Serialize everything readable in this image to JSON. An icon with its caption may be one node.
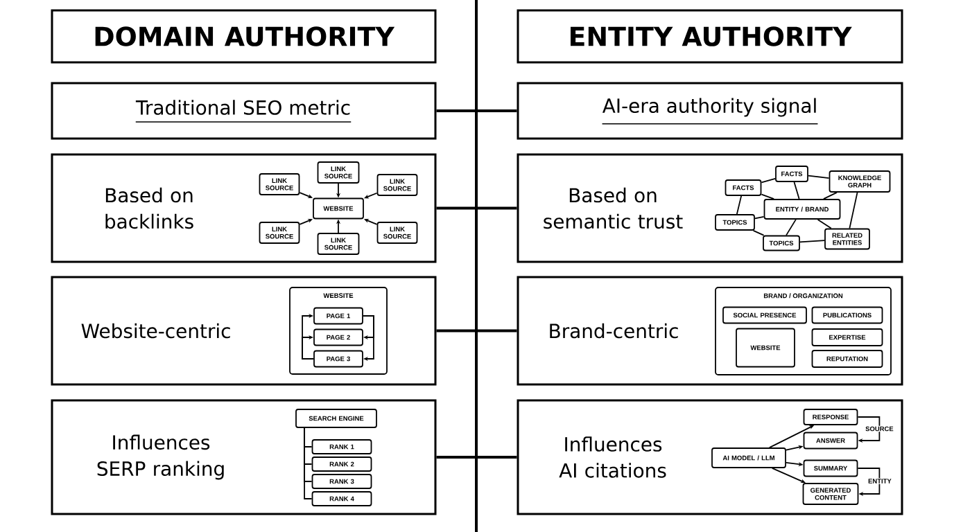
{
  "diagram": {
    "nodes": [
      {
        "text": [
          "DOMAIN AUTHORITY"
        ]
      },
      {
        "text": [
          "ENTITY AUTHORITY"
        ]
      },
      {
        "text": [
          "Traditional SEO metric"
        ]
      },
      {
        "text": [
          "AI-era authority signal"
        ]
      },
      {
        "text": [
          "Based on backlinks"
        ]
      },
      {
        "text": [
          "LINK SOURCE"
        ],
        "in": 4
      },
      {
        "text": [
          "LINK SOURCE"
        ],
        "in": 4
      },
      {
        "text": [
          "LINK SOURCE"
        ],
        "in": 4
      },
      {
        "text": [
          "WEBSITE"
        ],
        "in": 4
      },
      {
        "text": [
          "LINK SOURCE"
        ],
        "in": 4
      },
      {
        "text": [
          "LINK SOURCE"
        ],
        "in": 4
      },
      {
        "text": [
          "LINK SOURCE"
        ],
        "in": 4
      },
      {
        "text": [
          "Based on semantic trust"
        ]
      },
      {
        "text": [
          "FACTS"
        ],
        "in": 12
      },
      {
        "text": [
          "KNOWLEDGE GRAPH"
        ],
        "in": 12
      },
      {
        "text": [
          "FACTS"
        ],
        "in": 12
      },
      {
        "text": [
          "ENTITY / BRAND"
        ],
        "in": 12
      },
      {
        "text": [
          "TOPICS"
        ],
        "in": 12
      },
      {
        "text": [
          "RELATED ENTITIES"
        ],
        "in": 12
      },
      {
        "text": [
          "TOPICS"
        ],
        "in": 12
      },
      {
        "text": [
          "Website-centric"
        ]
      },
      {
        "text": [
          "WEBSITE"
        ],
        "in": 20
      },
      {
        "text": [
          "PAGE 1"
        ],
        "in": 21
      },
      {
        "text": [
          "PAGE 2"
        ],
        "in": 21
      },
      {
        "text": [
          "PAGE 3"
        ],
        "in": 21
      },
      {
        "text": [
          "Brand-centric"
        ]
      },
      {
        "text": [
          "BRAND / ORGANIZATION"
        ],
        "in": 25
      },
      {
        "text": [
          "SOCIAL PRESENCE"
        ],
        "in": 26
      },
      {
        "text": [
          "PUBLICATIONS"
        ],
        "in": 26
      },
      {
        "text": [
          "WEBSITE"
        ],
        "in": 26
      },
      {
        "text": [
          "EXPERTISE"
        ],
        "in": 26
      },
      {
        "text": [
          "REPUTATION"
        ],
        "in": 26
      },
      {
        "text": [
          "Influences SERP ranking"
        ]
      },
      {
        "text": [
          "SEARCH ENGINE"
        ],
        "in": 32
      },
      {
        "text": [
          "RANK 1"
        ],
        "in": 32
      },
      {
        "text": [
          "RANK 2"
        ],
        "in": 32
      },
      {
        "text": [
          "RANK 3"
        ],
        "in": 32
      },
      {
        "text": [
          "RANK 4"
        ],
        "in": 32
      },
      {
        "text": [
          "Influences AI citations"
        ]
      },
      {
        "text": [
          "AI MODEL / LLM"
        ],
        "in": 38
      },
      {
        "text": [
          "RESPONSE"
        ],
        "in": 38
      },
      {
        "text": [
          "ANSWER"
        ],
        "in": 38
      },
      {
        "text": [
          "SUMMARY"
        ],
        "in": 38
      },
      {
        "text": [
          "GENERATED CONTENT"
        ],
        "in": 38
      }
    ],
    "edges": [
      {
        "from": 2,
        "to": 3,
        "arrow": "none",
        "style": "thick"
      },
      {
        "from": 4,
        "to": 12,
        "arrow": "none",
        "style": "thick"
      },
      {
        "from": 20,
        "to": 25,
        "arrow": "none",
        "style": "thick"
      },
      {
        "from": 32,
        "to": 38,
        "arrow": "none",
        "style": "thick"
      },
      {
        "from": 5,
        "to": 8,
        "arrow": "to"
      },
      {
        "from": 6,
        "to": 8,
        "arrow": "to"
      },
      {
        "from": 7,
        "to": 8,
        "arrow": "to"
      },
      {
        "from": 9,
        "to": 8,
        "arrow": "to"
      },
      {
        "from": 10,
        "to": 8,
        "arrow": "to"
      },
      {
        "from": 11,
        "to": 8,
        "arrow": "to"
      },
      {
        "from": 15,
        "to": 13,
        "arrow": "none"
      },
      {
        "from": 13,
        "to": 14,
        "arrow": "none"
      },
      {
        "from": 15,
        "to": 16,
        "arrow": "none"
      },
      {
        "from": 13,
        "to": 16,
        "arrow": "none"
      },
      {
        "from": 14,
        "to": 16,
        "arrow": "none"
      },
      {
        "from": 14,
        "to": 18,
        "arrow": "none"
      },
      {
        "from": 15,
        "to": 17,
        "arrow": "none"
      },
      {
        "from": 17,
        "to": 16,
        "arrow": "none"
      },
      {
        "from": 16,
        "to": 19,
        "arrow": "none"
      },
      {
        "from": 17,
        "to": 19,
        "arrow": "none"
      },
      {
        "from": 16,
        "to": 18,
        "arrow": "none"
      },
      {
        "from": 19,
        "to": 18,
        "arrow": "none"
      },
      {
        "from": 24,
        "to": 22,
        "arrow": "to"
      },
      {
        "from": 24,
        "to": 23,
        "arrow": "to"
      },
      {
        "from": 22,
        "to": 23,
        "arrow": "to"
      },
      {
        "from": 22,
        "to": 24,
        "arrow": "to"
      },
      {
        "from": 33,
        "to": 34,
        "arrow": "none"
      },
      {
        "from": 33,
        "to": 35,
        "arrow": "none"
      },
      {
        "from": 33,
        "to": 36,
        "arrow": "none"
      },
      {
        "from": 33,
        "to": 37,
        "arrow": "none"
      },
      {
        "from": 39,
        "to": 40,
        "arrow": "to"
      },
      {
        "from": 39,
        "to": 41,
        "arrow": "to"
      },
      {
        "from": 39,
        "to": 42,
        "arrow": "to"
      },
      {
        "from": 39,
        "to": 43,
        "arrow": "to"
      },
      {
        "from": 40,
        "to": 41,
        "arrow": "to",
        "label": "SOURCE"
      },
      {
        "from": 42,
        "to": 43,
        "arrow": "to",
        "label": "ENTITY"
      }
    ]
  }
}
